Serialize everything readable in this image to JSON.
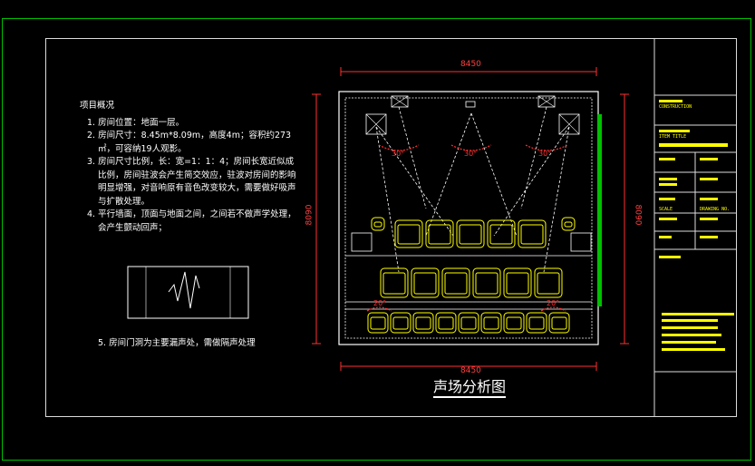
{
  "notes": {
    "heading": "项目概况",
    "items": [
      "1. 房间位置：地面一层。",
      "2. 房间尺寸：8.45m*8.09m，高度4m；容积约273㎡，可容纳19人观影。",
      "3. 房间尺寸比例，长：宽=1：1：4；房间长宽近似成比例，房间驻波会产生简交效应，驻波对房间的影响明显增强，对音响原有音色改变较大，需要做好吸声与扩散处理。",
      "4. 平行墙面，顶面与地面之间，之间若不做声学处理，会产生颤动回声；"
    ],
    "item5": "5. 房间门洞为主要漏声处，需做隔声处理"
  },
  "dimensions": {
    "top": "8450",
    "bottom": "8450",
    "left": "8090",
    "right": "8090"
  },
  "angles": [
    "30°",
    "30°",
    "30°",
    "20°",
    "20°"
  ],
  "title": "声场分析图",
  "title_block": {
    "construction": "CONSTRUCTION",
    "item_title": "ITEM TITLE",
    "scale_label": "SCALE",
    "drawing_no": "DRAWING NO."
  },
  "colors": {
    "frame": "#00c000",
    "wall": "#ffffff",
    "dimension": "#ff3030",
    "seat": "#ffff00",
    "hatch": "#00ff00"
  }
}
